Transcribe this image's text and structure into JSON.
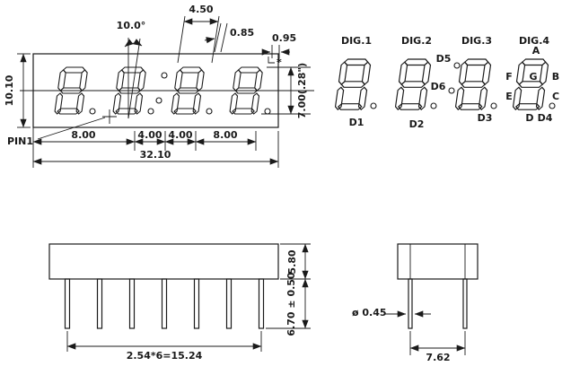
{
  "drawing": {
    "front_view": {
      "pin1_label": "PIN1",
      "dims": {
        "overall_height": "10.10",
        "slant_angle": "10.0°",
        "digit_width": "4.50",
        "segment_width": "0.85",
        "corner_offset": "0.95",
        "corner_mark": "*",
        "digit_height": "7.00(.28\")",
        "pitch_1": "8.00",
        "pitch_2": "4.00",
        "pitch_3": "4.00",
        "pitch_4": "8.00",
        "overall_width": "32.10"
      }
    },
    "segment_view": {
      "digit_labels": [
        "DIG.1",
        "DIG.2",
        "DIG.3",
        "DIG.4"
      ],
      "dp_labels": [
        "D1",
        "D2",
        "D3",
        "D4"
      ],
      "colon_labels": [
        "D5",
        "D6"
      ],
      "segment_labels": [
        "A",
        "B",
        "C",
        "D",
        "E",
        "F",
        "G"
      ]
    },
    "side_view": {
      "body_height": "5.80",
      "pin_length": "6.70 ± 0.50",
      "pin_pitch": "2.54*6=15.24"
    },
    "end_view": {
      "pin_diameter": "ø 0.45",
      "row_spacing": "7.62"
    }
  }
}
